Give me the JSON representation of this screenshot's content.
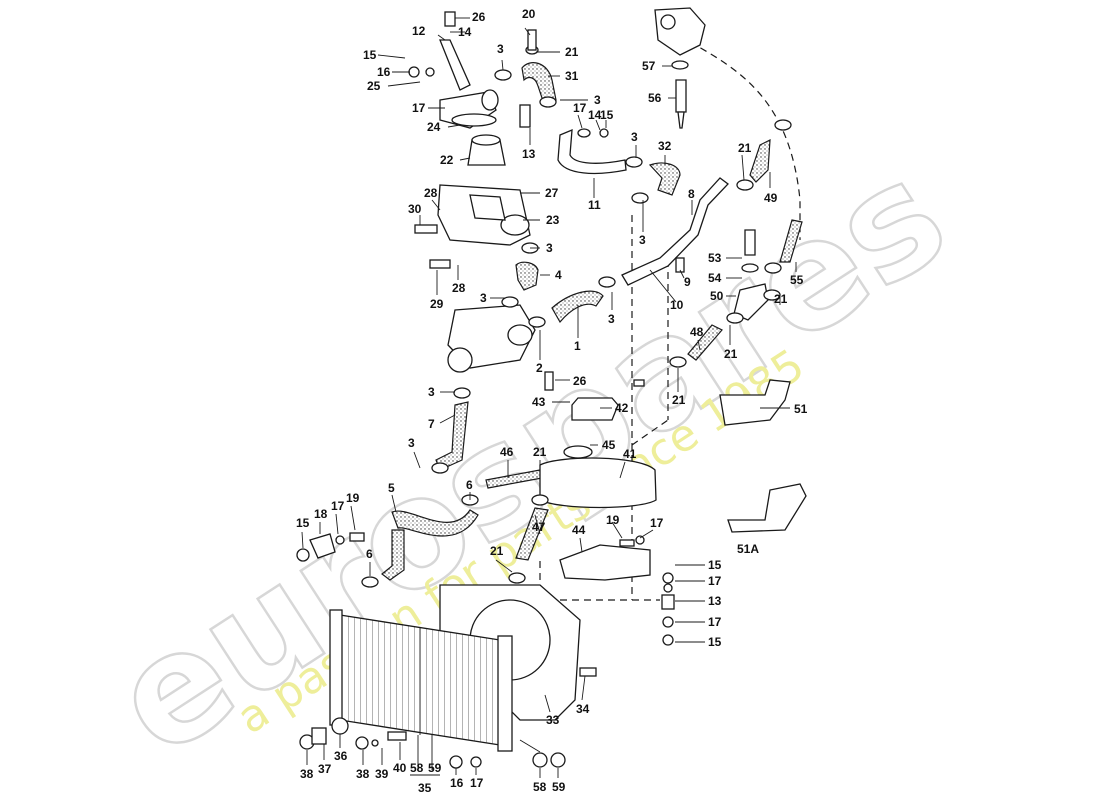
{
  "watermark": {
    "brand": "eurospares",
    "tagline": "a passion for parts since 1985"
  },
  "callouts": [
    {
      "id": "c26a",
      "text": "26"
    },
    {
      "id": "c20",
      "text": "20"
    },
    {
      "id": "c12",
      "text": "12"
    },
    {
      "id": "c14a",
      "text": "14"
    },
    {
      "id": "c3a",
      "text": "3"
    },
    {
      "id": "c21a",
      "text": "21"
    },
    {
      "id": "c15a",
      "text": "15"
    },
    {
      "id": "c16",
      "text": "16"
    },
    {
      "id": "c31",
      "text": "31"
    },
    {
      "id": "c57",
      "text": "57"
    },
    {
      "id": "c17a",
      "text": "17"
    },
    {
      "id": "c3b",
      "text": "3"
    },
    {
      "id": "c56",
      "text": "56"
    },
    {
      "id": "c25",
      "text": "25"
    },
    {
      "id": "c17b",
      "text": "17"
    },
    {
      "id": "c14b",
      "text": "14"
    },
    {
      "id": "c15b",
      "text": "15"
    },
    {
      "id": "c24",
      "text": "24"
    },
    {
      "id": "c3c",
      "text": "3"
    },
    {
      "id": "c13a",
      "text": "13"
    },
    {
      "id": "c32",
      "text": "32"
    },
    {
      "id": "c22",
      "text": "22"
    },
    {
      "id": "c21b",
      "text": "21"
    },
    {
      "id": "c27",
      "text": "27"
    },
    {
      "id": "c28a",
      "text": "28"
    },
    {
      "id": "c11",
      "text": "11"
    },
    {
      "id": "c8",
      "text": "8"
    },
    {
      "id": "c49",
      "text": "49"
    },
    {
      "id": "c30",
      "text": "30"
    },
    {
      "id": "c23",
      "text": "23"
    },
    {
      "id": "c3d",
      "text": "3"
    },
    {
      "id": "c53",
      "text": "53"
    },
    {
      "id": "c3e",
      "text": "3"
    },
    {
      "id": "c54",
      "text": "54"
    },
    {
      "id": "c4",
      "text": "4"
    },
    {
      "id": "c9",
      "text": "9"
    },
    {
      "id": "c55",
      "text": "55"
    },
    {
      "id": "c28b",
      "text": "28"
    },
    {
      "id": "c29",
      "text": "29"
    },
    {
      "id": "c50",
      "text": "50"
    },
    {
      "id": "c21c",
      "text": "21"
    },
    {
      "id": "c10",
      "text": "10"
    },
    {
      "id": "c3f",
      "text": "3"
    },
    {
      "id": "c3g",
      "text": "3"
    },
    {
      "id": "c1",
      "text": "1"
    },
    {
      "id": "c48",
      "text": "48"
    },
    {
      "id": "c2",
      "text": "2"
    },
    {
      "id": "c21d",
      "text": "21"
    },
    {
      "id": "c26b",
      "text": "26"
    },
    {
      "id": "c3h",
      "text": "3"
    },
    {
      "id": "c51",
      "text": "51"
    },
    {
      "id": "c21e",
      "text": "21"
    },
    {
      "id": "c43",
      "text": "43"
    },
    {
      "id": "c42",
      "text": "42"
    },
    {
      "id": "c7",
      "text": "7"
    },
    {
      "id": "c3i",
      "text": "3"
    },
    {
      "id": "c45",
      "text": "45"
    },
    {
      "id": "c46",
      "text": "46"
    },
    {
      "id": "c21f",
      "text": "21"
    },
    {
      "id": "c41",
      "text": "41"
    },
    {
      "id": "c5",
      "text": "5"
    },
    {
      "id": "c6a",
      "text": "6"
    },
    {
      "id": "c15c",
      "text": "15"
    },
    {
      "id": "c18",
      "text": "18"
    },
    {
      "id": "c17c",
      "text": "17"
    },
    {
      "id": "c19a",
      "text": "19"
    },
    {
      "id": "c47",
      "text": "47"
    },
    {
      "id": "c19b",
      "text": "19"
    },
    {
      "id": "c17d",
      "text": "17"
    },
    {
      "id": "c44",
      "text": "44"
    },
    {
      "id": "c51A",
      "text": "51A"
    },
    {
      "id": "c6b",
      "text": "6"
    },
    {
      "id": "c21g",
      "text": "21"
    },
    {
      "id": "c15d",
      "text": "15"
    },
    {
      "id": "c17e",
      "text": "17"
    },
    {
      "id": "c13b",
      "text": "13"
    },
    {
      "id": "c17f",
      "text": "17"
    },
    {
      "id": "c15e",
      "text": "15"
    },
    {
      "id": "c34",
      "text": "34"
    },
    {
      "id": "c33",
      "text": "33"
    },
    {
      "id": "c38a",
      "text": "38"
    },
    {
      "id": "c37",
      "text": "37"
    },
    {
      "id": "c36",
      "text": "36"
    },
    {
      "id": "c40",
      "text": "40"
    },
    {
      "id": "c38b",
      "text": "38"
    },
    {
      "id": "c39",
      "text": "39"
    },
    {
      "id": "c58a",
      "text": "58"
    },
    {
      "id": "c59a",
      "text": "59"
    },
    {
      "id": "c35",
      "text": "35"
    },
    {
      "id": "c16b",
      "text": "16"
    },
    {
      "id": "c17g",
      "text": "17"
    },
    {
      "id": "c58b",
      "text": "58"
    },
    {
      "id": "c59b",
      "text": "59"
    }
  ]
}
